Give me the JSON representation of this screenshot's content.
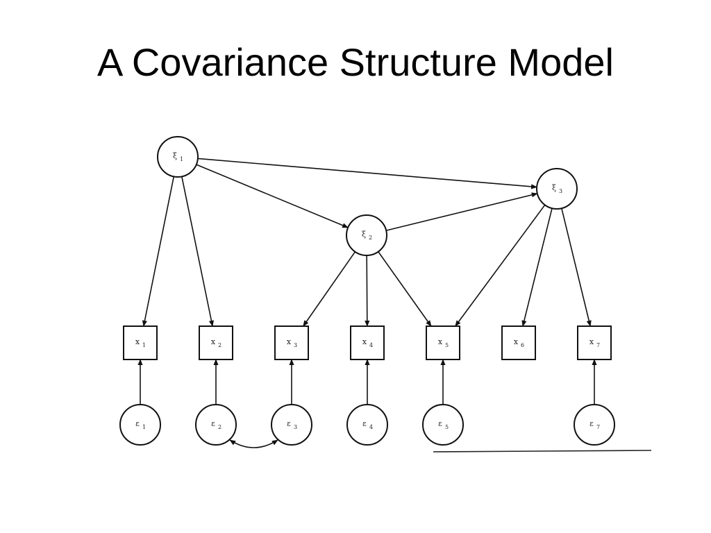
{
  "title": "A Covariance Structure Model",
  "nodes": [
    {
      "id": "xi1",
      "shape": "circle",
      "symbol": "ξ",
      "sub": "1"
    },
    {
      "id": "xi2",
      "shape": "circle",
      "symbol": "ξ",
      "sub": "2"
    },
    {
      "id": "xi3",
      "shape": "circle",
      "symbol": "ξ",
      "sub": "3"
    },
    {
      "id": "x1",
      "shape": "box",
      "symbol": "x",
      "sub": "1"
    },
    {
      "id": "x2",
      "shape": "box",
      "symbol": "x",
      "sub": "2"
    },
    {
      "id": "x3",
      "shape": "box",
      "symbol": "x",
      "sub": "3"
    },
    {
      "id": "x4",
      "shape": "box",
      "symbol": "x",
      "sub": "4"
    },
    {
      "id": "x5",
      "shape": "box",
      "symbol": "x",
      "sub": "5"
    },
    {
      "id": "x6",
      "shape": "box",
      "symbol": "x",
      "sub": "6"
    },
    {
      "id": "x7",
      "shape": "box",
      "symbol": "x",
      "sub": "7"
    },
    {
      "id": "e1",
      "shape": "circle",
      "symbol": "ε",
      "sub": "1"
    },
    {
      "id": "e2",
      "shape": "circle",
      "symbol": "ε",
      "sub": "2"
    },
    {
      "id": "e3",
      "shape": "circle",
      "symbol": "ε",
      "sub": "3"
    },
    {
      "id": "e4",
      "shape": "circle",
      "symbol": "ε",
      "sub": "4"
    },
    {
      "id": "e5",
      "shape": "circle",
      "symbol": "ε",
      "sub": "5"
    },
    {
      "id": "e7",
      "shape": "circle",
      "symbol": "ε",
      "sub": "7"
    }
  ],
  "edges": [
    {
      "from": "xi1",
      "to": "xi3",
      "type": "directed"
    },
    {
      "from": "xi1",
      "to": "xi2",
      "type": "directed"
    },
    {
      "from": "xi2",
      "to": "xi3",
      "type": "directed"
    },
    {
      "from": "xi1",
      "to": "x1",
      "type": "directed"
    },
    {
      "from": "xi1",
      "to": "x2",
      "type": "directed"
    },
    {
      "from": "xi2",
      "to": "x3",
      "type": "directed"
    },
    {
      "from": "xi2",
      "to": "x4",
      "type": "directed"
    },
    {
      "from": "xi2",
      "to": "x5",
      "type": "directed"
    },
    {
      "from": "xi3",
      "to": "x5",
      "type": "directed"
    },
    {
      "from": "xi3",
      "to": "x6",
      "type": "directed"
    },
    {
      "from": "xi3",
      "to": "x7",
      "type": "directed"
    },
    {
      "from": "e1",
      "to": "x1",
      "type": "directed"
    },
    {
      "from": "e2",
      "to": "x2",
      "type": "directed"
    },
    {
      "from": "e3",
      "to": "x3",
      "type": "directed"
    },
    {
      "from": "e4",
      "to": "x4",
      "type": "directed"
    },
    {
      "from": "e5",
      "to": "x5",
      "type": "directed"
    },
    {
      "from": "e7",
      "to": "x7",
      "type": "directed"
    },
    {
      "from": "e2",
      "to": "e3",
      "type": "covariance"
    }
  ]
}
